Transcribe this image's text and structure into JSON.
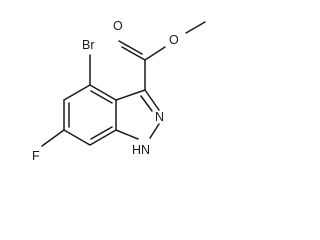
{
  "molecule": {
    "atoms": {
      "br": "Br",
      "f": "F",
      "n1": "N",
      "n2": "N",
      "nh_h": "H",
      "o_carbonyl": "O",
      "o_ester": "O"
    }
  }
}
